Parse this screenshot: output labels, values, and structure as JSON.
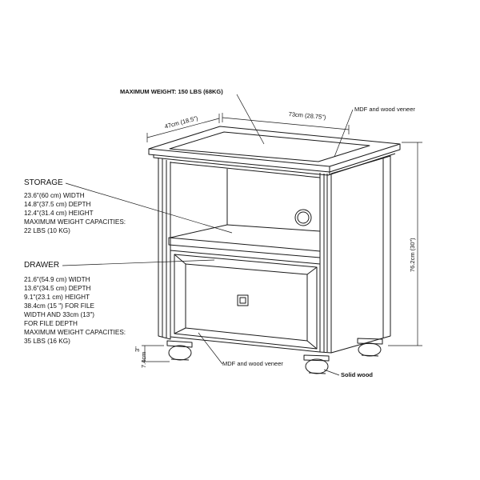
{
  "labels": {
    "max_weight": "MAXIMUM WEIGHT: 150 LBS (68KG)",
    "width_top": "73cm  (28.75\")",
    "depth_top": "47cm  (18.5\")",
    "material_top": "MDF and wood veneer",
    "height_right": "76.2cm (30\")",
    "leg_height": "7.4cm",
    "leg_height_in": "3\"",
    "material_bottom": "MDF and wood veneer",
    "solid_wood": "Solid wood"
  },
  "storage": {
    "title": "STORAGE",
    "lines": [
      "23.6\"(60 cm) WIDTH",
      "14.8\"(37.5 cm) DEPTH",
      "12.4\"(31.4 cm) HEIGHT",
      "MAXIMUM WEIGHT CAPACITIES:",
      "22 LBS (10 KG)"
    ]
  },
  "drawer": {
    "title": "DRAWER",
    "lines": [
      "21.6\"(54.9 cm) WIDTH",
      "13.6\"(34.5 cm) DEPTH",
      "9.1\"(23.1 cm) HEIGHT",
      "38.4cm (15 \") FOR FILE",
      "WIDTH AND 33cm (13\")",
      "FOR FILE DEPTH",
      "MAXIMUM WEIGHT CAPACITIES:",
      "35 LBS (16 KG)"
    ]
  }
}
